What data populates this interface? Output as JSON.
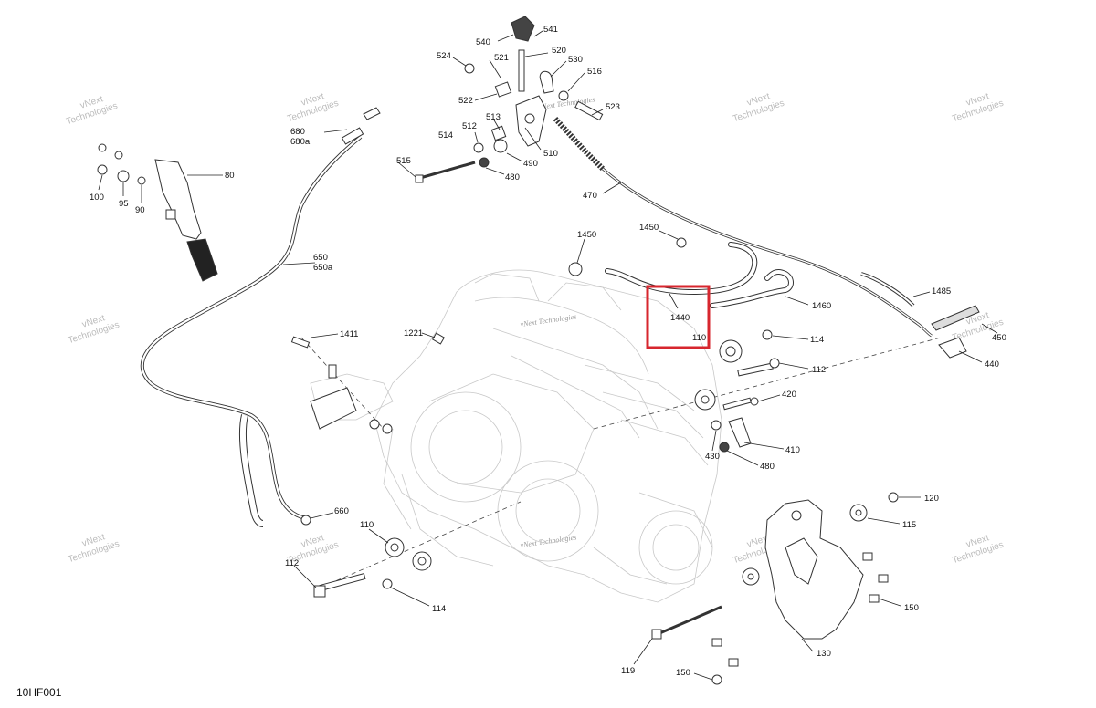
{
  "diagram_code": "10HF001",
  "watermark": {
    "line1": "vNext",
    "line2": "Technologies",
    "small": "vNext Technologies"
  },
  "highlight": {
    "color": "#d7262e"
  },
  "labels": {
    "p540": "540",
    "p541": "541",
    "p524": "524",
    "p521": "521",
    "p520": "520",
    "p530": "530",
    "p516": "516",
    "p522": "522",
    "p523": "523",
    "p513": "513",
    "p512": "512",
    "p514": "514",
    "p510": "510",
    "p490": "490",
    "p515": "515",
    "p480a": "480",
    "p470": "470",
    "p680": "680",
    "p680a": "680a",
    "p80": "80",
    "p100": "100",
    "p95": "95",
    "p90": "90",
    "p650": "650",
    "p650a": "650a",
    "p1450a": "1450",
    "p1450b": "1450",
    "p1440": "1440",
    "p1460": "1460",
    "p1485": "1485",
    "p450": "450",
    "p440": "440",
    "p1411": "1411",
    "p1221": "1221",
    "p110a": "110",
    "p114a": "114",
    "p112a": "112",
    "p420": "420",
    "p410": "410",
    "p430": "430",
    "p480b": "480",
    "p660": "660",
    "p110b": "110",
    "p112b": "112",
    "p114b": "114",
    "p120": "120",
    "p115": "115",
    "p150a": "150",
    "p130": "130",
    "p119": "119",
    "p150b": "150"
  }
}
